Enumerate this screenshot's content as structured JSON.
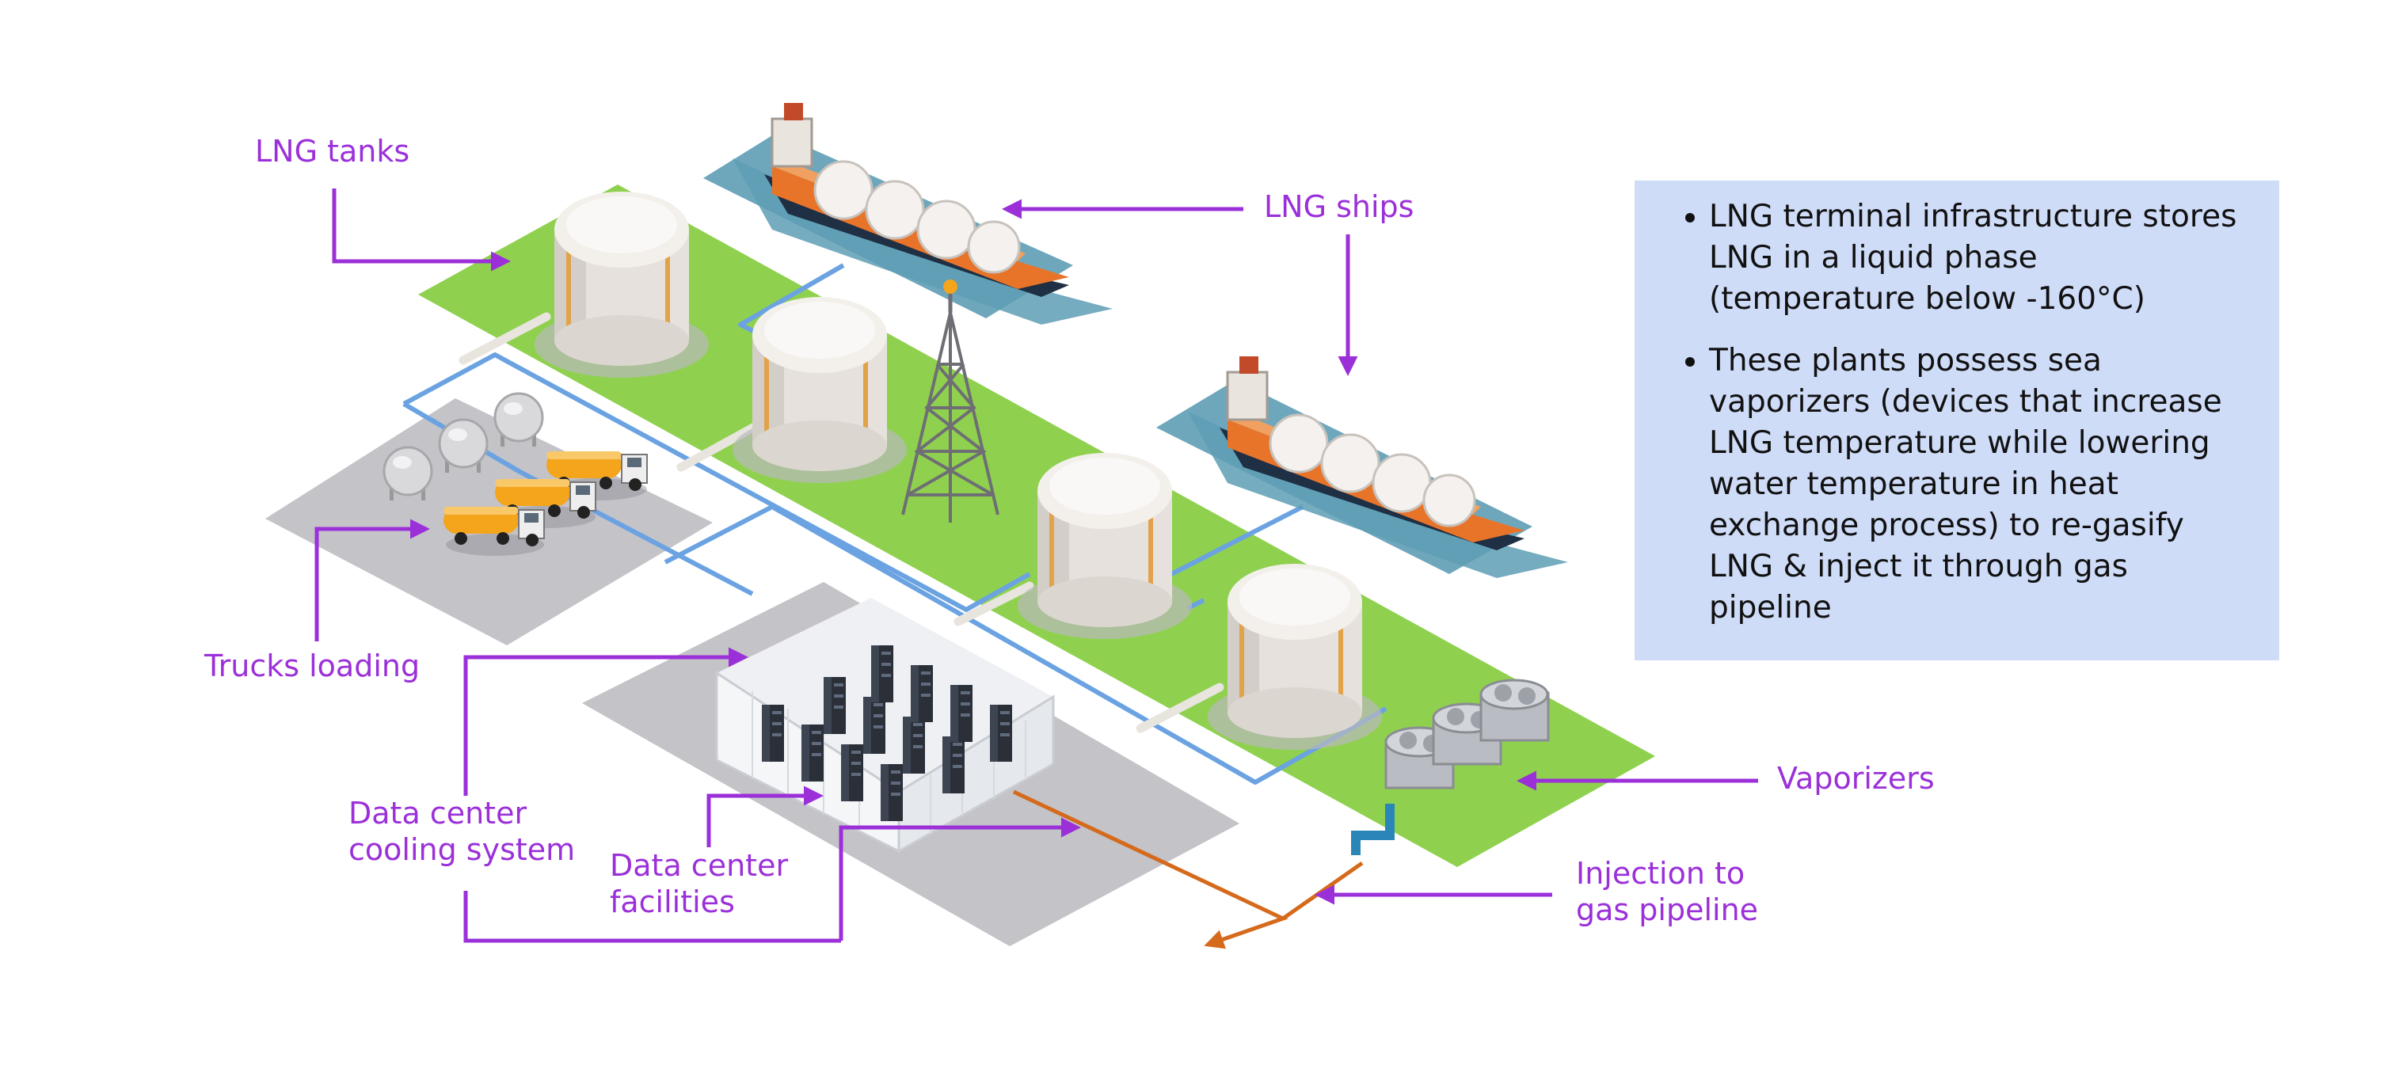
{
  "labels": {
    "lng_tanks": "LNG tanks",
    "lng_ships": "LNG ships",
    "trucks_loading": "Trucks loading",
    "dc_cooling_line1": "Data center",
    "dc_cooling_line2": "cooling system",
    "dc_facilities_line1": "Data center",
    "dc_facilities_line2": "facilities",
    "vaporizers": "Vaporizers",
    "injection_line1": "Injection to",
    "injection_line2": "gas pipeline"
  },
  "info_box": {
    "bullet_1": "LNG terminal infrastructure stores LNG in a liquid phase (temperature below -160°C)",
    "bullet_2": "These plants possess sea vaporizers (devices that increase LNG temperature while lowering water temperature in heat exchange process) to re-gasify LNG & inject it through gas pipeline"
  },
  "colors": {
    "label_arrow": "#9b30d9",
    "terminal_ground": "#8fd14f",
    "pad_gray": "#c3c3c8",
    "pipe_blue": "#6aa2e2",
    "pipe_orange": "#d56a1c",
    "water": "#4f92ad",
    "ship_hull": "#e8742a",
    "tank": "#ebe7e2",
    "info_box_bg": "#cfdcf8"
  },
  "icons": [
    "lng-tank-icon",
    "lng-ship-icon",
    "tanker-truck-icon",
    "spherical-storage-icon",
    "flare-tower-icon",
    "server-rack-icon",
    "vaporizer-unit-icon",
    "pipeline-valve-icon"
  ]
}
